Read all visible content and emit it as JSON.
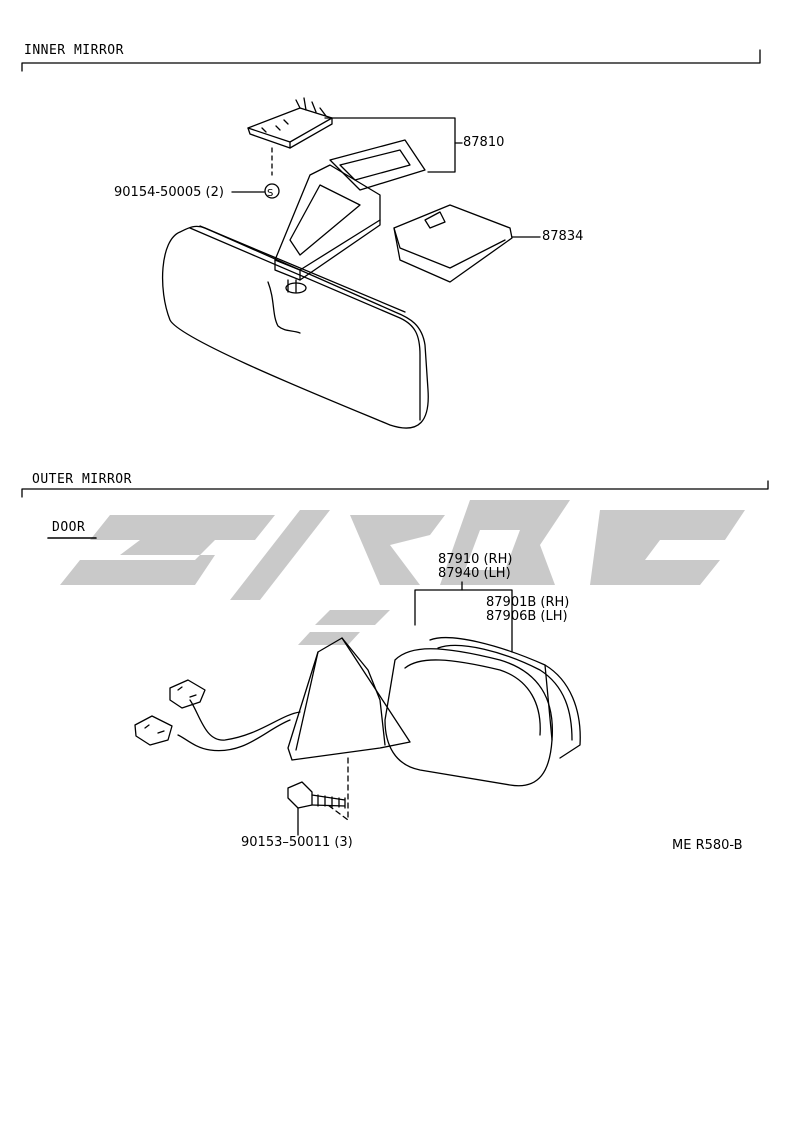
{
  "sections": {
    "inner": {
      "title": "INNER MIRROR"
    },
    "outer": {
      "title": "OUTER MIRROR",
      "subtitle": "DOOR"
    }
  },
  "callouts": {
    "p87810": "87810",
    "p87834": "87834",
    "p90154": "90154-50005 (2)",
    "screw_symbol": "S",
    "p87910": "87910 (RH)",
    "p87940": "87940 (LH)",
    "p87901B": "87901B (RH)",
    "p87906B": "87906B (LH)",
    "p90153": "90153–50011 (3)"
  },
  "reference": "ME R580-B",
  "watermark": {
    "color": "#c8c8c8"
  }
}
